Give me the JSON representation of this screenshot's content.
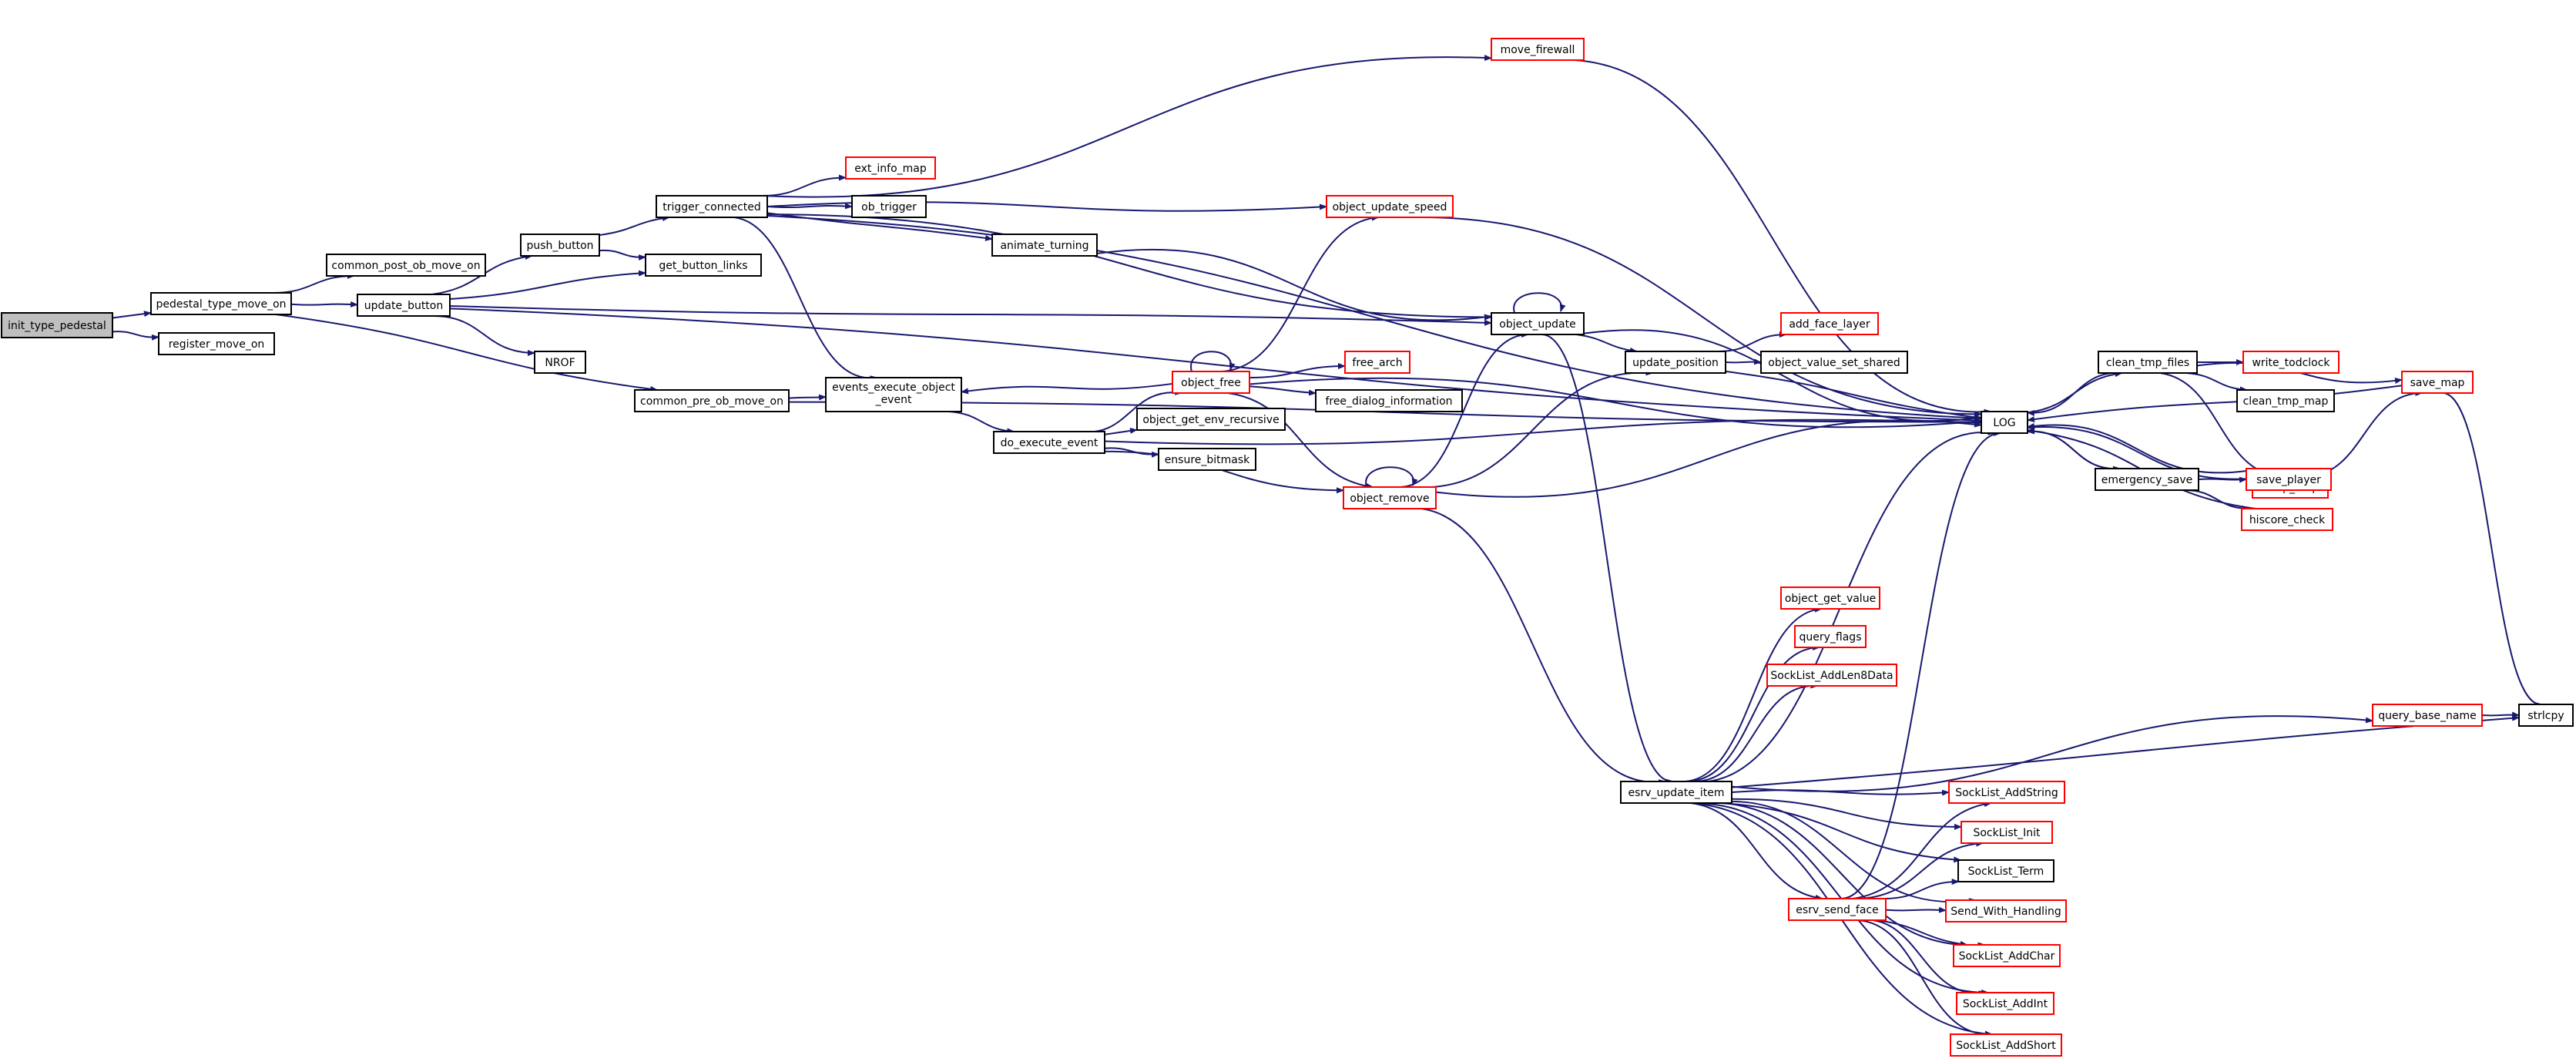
{
  "colors": {
    "edge": "#191970",
    "node_border_black": "#000000",
    "node_border_red": "#ff0000",
    "root_fill": "#bfbfbf",
    "node_fill": "#ffffff"
  },
  "nodes": [
    {
      "id": "init_type_pedestal",
      "label": "init_type_pedestal",
      "style": "root"
    },
    {
      "id": "pedestal_type_move_on",
      "label": "pedestal_type_move_on",
      "style": "black"
    },
    {
      "id": "register_move_on",
      "label": "register_move_on",
      "style": "black"
    },
    {
      "id": "common_post_ob_move_on",
      "label": "common_post_ob_move_on",
      "style": "black"
    },
    {
      "id": "update_button",
      "label": "update_button",
      "style": "black"
    },
    {
      "id": "common_pre_ob_move_on",
      "label": "common_pre_ob_move_on",
      "style": "black"
    },
    {
      "id": "push_button",
      "label": "push_button",
      "style": "black"
    },
    {
      "id": "get_button_links",
      "label": "get_button_links",
      "style": "black"
    },
    {
      "id": "NROF",
      "label": "NROF",
      "style": "black"
    },
    {
      "id": "trigger_connected",
      "label": "trigger_connected",
      "style": "black"
    },
    {
      "id": "ext_info_map",
      "label": "ext_info_map",
      "style": "red"
    },
    {
      "id": "ob_trigger",
      "label": "ob_trigger",
      "style": "black"
    },
    {
      "id": "animate_turning",
      "label": "animate_turning",
      "style": "black"
    },
    {
      "id": "events_execute_object_event",
      "label": "events_execute_object",
      "label2": "_event",
      "style": "black"
    },
    {
      "id": "do_execute_event",
      "label": "do_execute_event",
      "style": "black"
    },
    {
      "id": "object_get_env_recursive",
      "label": "object_get_env_recursive",
      "style": "black"
    },
    {
      "id": "ensure_bitmask",
      "label": "ensure_bitmask",
      "style": "black"
    },
    {
      "id": "move_firewall",
      "label": "move_firewall",
      "style": "red"
    },
    {
      "id": "object_update_speed",
      "label": "object_update_speed",
      "style": "red"
    },
    {
      "id": "object_free",
      "label": "object_free",
      "style": "red"
    },
    {
      "id": "free_arch",
      "label": "free_arch",
      "style": "red"
    },
    {
      "id": "free_dialog_information",
      "label": "free_dialog_information",
      "style": "black"
    },
    {
      "id": "object_remove",
      "label": "object_remove",
      "style": "red"
    },
    {
      "id": "object_update",
      "label": "object_update",
      "style": "black"
    },
    {
      "id": "update_position",
      "label": "update_position",
      "style": "black"
    },
    {
      "id": "add_face_layer",
      "label": "add_face_layer",
      "style": "red"
    },
    {
      "id": "object_value_set_shared",
      "label": "object_value_set_shared",
      "style": "black"
    },
    {
      "id": "LOG",
      "label": "LOG",
      "style": "black"
    },
    {
      "id": "clean_tmp_files",
      "label": "clean_tmp_files",
      "style": "black"
    },
    {
      "id": "write_todclock",
      "label": "write_todclock",
      "style": "red"
    },
    {
      "id": "clean_tmp_map",
      "label": "clean_tmp_map",
      "style": "black"
    },
    {
      "id": "swap_map",
      "label": "swap_map",
      "style": "red"
    },
    {
      "id": "save_map",
      "label": "save_map",
      "style": "red"
    },
    {
      "id": "emergency_save",
      "label": "emergency_save",
      "style": "black"
    },
    {
      "id": "save_player",
      "label": "save_player",
      "style": "red"
    },
    {
      "id": "hiscore_check",
      "label": "hiscore_check",
      "style": "red"
    },
    {
      "id": "object_get_value",
      "label": "object_get_value",
      "style": "red"
    },
    {
      "id": "query_flags",
      "label": "query_flags",
      "style": "red"
    },
    {
      "id": "SockList_AddLen8Data",
      "label": "SockList_AddLen8Data",
      "style": "red"
    },
    {
      "id": "query_base_name",
      "label": "query_base_name",
      "style": "red"
    },
    {
      "id": "strlcpy",
      "label": "strlcpy",
      "style": "black"
    },
    {
      "id": "esrv_update_item",
      "label": "esrv_update_item",
      "style": "black"
    },
    {
      "id": "SockList_AddString",
      "label": "SockList_AddString",
      "style": "red"
    },
    {
      "id": "SockList_Init",
      "label": "SockList_Init",
      "style": "red"
    },
    {
      "id": "SockList_Term",
      "label": "SockList_Term",
      "style": "black"
    },
    {
      "id": "esrv_send_face",
      "label": "esrv_send_face",
      "style": "red"
    },
    {
      "id": "Send_With_Handling",
      "label": "Send_With_Handling",
      "style": "red"
    },
    {
      "id": "SockList_AddChar",
      "label": "SockList_AddChar",
      "style": "red"
    },
    {
      "id": "SockList_AddInt",
      "label": "SockList_AddInt",
      "style": "red"
    },
    {
      "id": "SockList_AddShort",
      "label": "SockList_AddShort",
      "style": "red"
    }
  ],
  "edges": [
    [
      "init_type_pedestal",
      "pedestal_type_move_on"
    ],
    [
      "init_type_pedestal",
      "register_move_on"
    ],
    [
      "pedestal_type_move_on",
      "common_post_ob_move_on"
    ],
    [
      "pedestal_type_move_on",
      "update_button"
    ],
    [
      "pedestal_type_move_on",
      "common_pre_ob_move_on"
    ],
    [
      "update_button",
      "push_button"
    ],
    [
      "update_button",
      "get_button_links"
    ],
    [
      "update_button",
      "NROF"
    ],
    [
      "update_button",
      "object_update"
    ],
    [
      "update_button",
      "LOG"
    ],
    [
      "push_button",
      "trigger_connected"
    ],
    [
      "push_button",
      "get_button_links"
    ],
    [
      "trigger_connected",
      "ext_info_map"
    ],
    [
      "trigger_connected",
      "ob_trigger"
    ],
    [
      "trigger_connected",
      "animate_turning"
    ],
    [
      "trigger_connected",
      "events_execute_object_event"
    ],
    [
      "trigger_connected",
      "object_update_speed"
    ],
    [
      "trigger_connected",
      "object_update"
    ],
    [
      "trigger_connected",
      "move_firewall"
    ],
    [
      "trigger_connected",
      "LOG"
    ],
    [
      "animate_turning",
      "object_update"
    ],
    [
      "common_pre_ob_move_on",
      "events_execute_object_event"
    ],
    [
      "common_pre_ob_move_on",
      "LOG"
    ],
    [
      "events_execute_object_event",
      "do_execute_event"
    ],
    [
      "do_execute_event",
      "object_free"
    ],
    [
      "do_execute_event",
      "object_get_env_recursive"
    ],
    [
      "do_execute_event",
      "ensure_bitmask"
    ],
    [
      "do_execute_event",
      "object_remove"
    ],
    [
      "do_execute_event",
      "LOG"
    ],
    [
      "object_free",
      "events_execute_object_event"
    ],
    [
      "object_free",
      "object_free"
    ],
    [
      "object_free",
      "object_update_speed"
    ],
    [
      "object_free",
      "free_arch"
    ],
    [
      "object_free",
      "free_dialog_information"
    ],
    [
      "object_free",
      "object_remove"
    ],
    [
      "object_free",
      "LOG"
    ],
    [
      "object_remove",
      "object_remove"
    ],
    [
      "object_remove",
      "object_update"
    ],
    [
      "object_remove",
      "update_position"
    ],
    [
      "object_remove",
      "LOG"
    ],
    [
      "object_remove",
      "esrv_update_item"
    ],
    [
      "move_firewall",
      "LOG"
    ],
    [
      "object_update_speed",
      "LOG"
    ],
    [
      "object_update",
      "object_update"
    ],
    [
      "object_update",
      "update_position"
    ],
    [
      "object_update",
      "LOG"
    ],
    [
      "object_update",
      "esrv_update_item"
    ],
    [
      "update_position",
      "add_face_layer"
    ],
    [
      "update_position",
      "object_value_set_shared"
    ],
    [
      "update_position",
      "LOG"
    ],
    [
      "LOG",
      "clean_tmp_files"
    ],
    [
      "LOG",
      "emergency_save"
    ],
    [
      "clean_tmp_files",
      "write_todclock"
    ],
    [
      "clean_tmp_files",
      "clean_tmp_map"
    ],
    [
      "clean_tmp_files",
      "swap_map"
    ],
    [
      "clean_tmp_files",
      "save_map"
    ],
    [
      "clean_tmp_files",
      "LOG"
    ],
    [
      "swap_map",
      "save_map"
    ],
    [
      "swap_map",
      "LOG"
    ],
    [
      "save_map",
      "LOG"
    ],
    [
      "save_map",
      "strlcpy"
    ],
    [
      "emergency_save",
      "save_player"
    ],
    [
      "emergency_save",
      "hiscore_check"
    ],
    [
      "emergency_save",
      "LOG"
    ],
    [
      "save_player",
      "LOG"
    ],
    [
      "hiscore_check",
      "LOG"
    ],
    [
      "esrv_update_item",
      "object_get_value"
    ],
    [
      "esrv_update_item",
      "query_flags"
    ],
    [
      "esrv_update_item",
      "SockList_AddLen8Data"
    ],
    [
      "esrv_update_item",
      "query_base_name"
    ],
    [
      "esrv_update_item",
      "strlcpy"
    ],
    [
      "esrv_update_item",
      "SockList_AddString"
    ],
    [
      "esrv_update_item",
      "SockList_Init"
    ],
    [
      "esrv_update_item",
      "SockList_Term"
    ],
    [
      "esrv_update_item",
      "esrv_send_face"
    ],
    [
      "esrv_update_item",
      "Send_With_Handling"
    ],
    [
      "esrv_update_item",
      "SockList_AddChar"
    ],
    [
      "esrv_update_item",
      "SockList_AddInt"
    ],
    [
      "esrv_update_item",
      "SockList_AddShort"
    ],
    [
      "esrv_update_item",
      "LOG"
    ],
    [
      "esrv_send_face",
      "SockList_AddString"
    ],
    [
      "esrv_send_face",
      "SockList_Init"
    ],
    [
      "esrv_send_face",
      "SockList_Term"
    ],
    [
      "esrv_send_face",
      "Send_With_Handling"
    ],
    [
      "esrv_send_face",
      "SockList_AddChar"
    ],
    [
      "esrv_send_face",
      "SockList_AddInt"
    ],
    [
      "esrv_send_face",
      "SockList_AddShort"
    ],
    [
      "esrv_send_face",
      "LOG"
    ],
    [
      "query_base_name",
      "strlcpy"
    ]
  ]
}
